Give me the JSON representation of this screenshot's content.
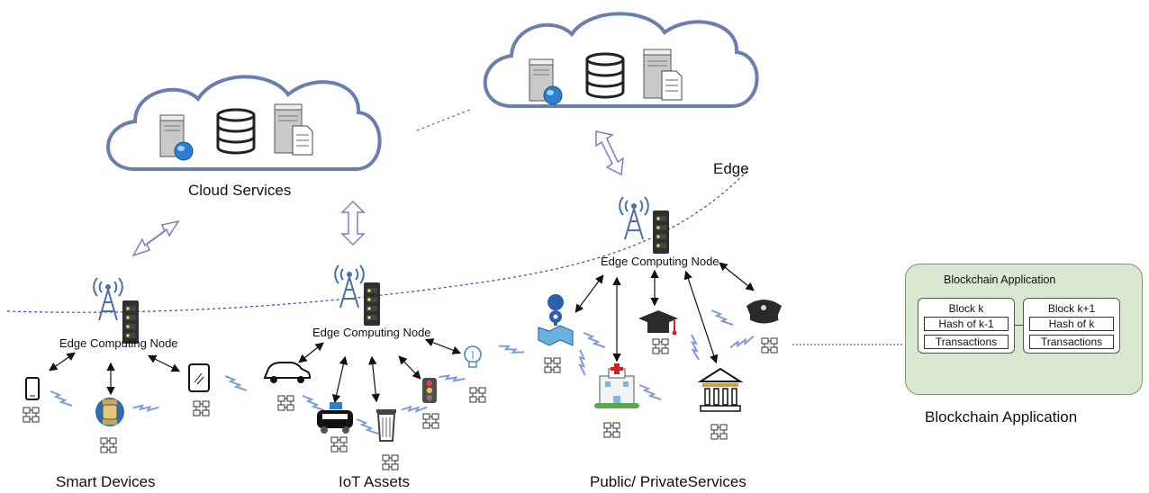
{
  "labels": {
    "cloud_services": "Cloud Services",
    "edge": "Edge",
    "smart_devices": "Smart Devices",
    "iot_assets": "IoT Assets",
    "public_private_services": "Public/ PrivateServices",
    "blockchain_application": "Blockchain Application"
  },
  "edge_nodes": [
    {
      "label": "Edge Computing Node"
    },
    {
      "label": "Edge Computing Node"
    },
    {
      "label": "Edge Computing Node"
    }
  ],
  "blockchain_panel": {
    "title": "Blockchain Application",
    "blocks": [
      {
        "name": "Block k",
        "hash": "Hash of k-1",
        "tx": "Transactions"
      },
      {
        "name": "Block k+1",
        "hash": "Hash of k",
        "tx": "Transactions"
      }
    ]
  },
  "icons": [
    "cloud-icon",
    "server-globe-icon",
    "database-icon",
    "file-server-icon",
    "cell-tower-icon",
    "server-rack-icon",
    "phone-icon",
    "smartwatch-icon",
    "tablet-icon",
    "car-icon",
    "robot-vacuum-icon",
    "trash-bin-icon",
    "traffic-light-icon",
    "lightbulb-icon",
    "map-pin-icon",
    "graduation-cap-icon",
    "hospital-icon",
    "bank-icon",
    "police-cap-icon",
    "blockchain-mini-icon",
    "wireless-link-icon"
  ],
  "colors": {
    "cloud_stroke": "#6a7fb0",
    "arrow_stroke": "#7a7fc4",
    "dotted_line": "#3b4aa8",
    "blockchain_panel": "#d8e8d1"
  }
}
